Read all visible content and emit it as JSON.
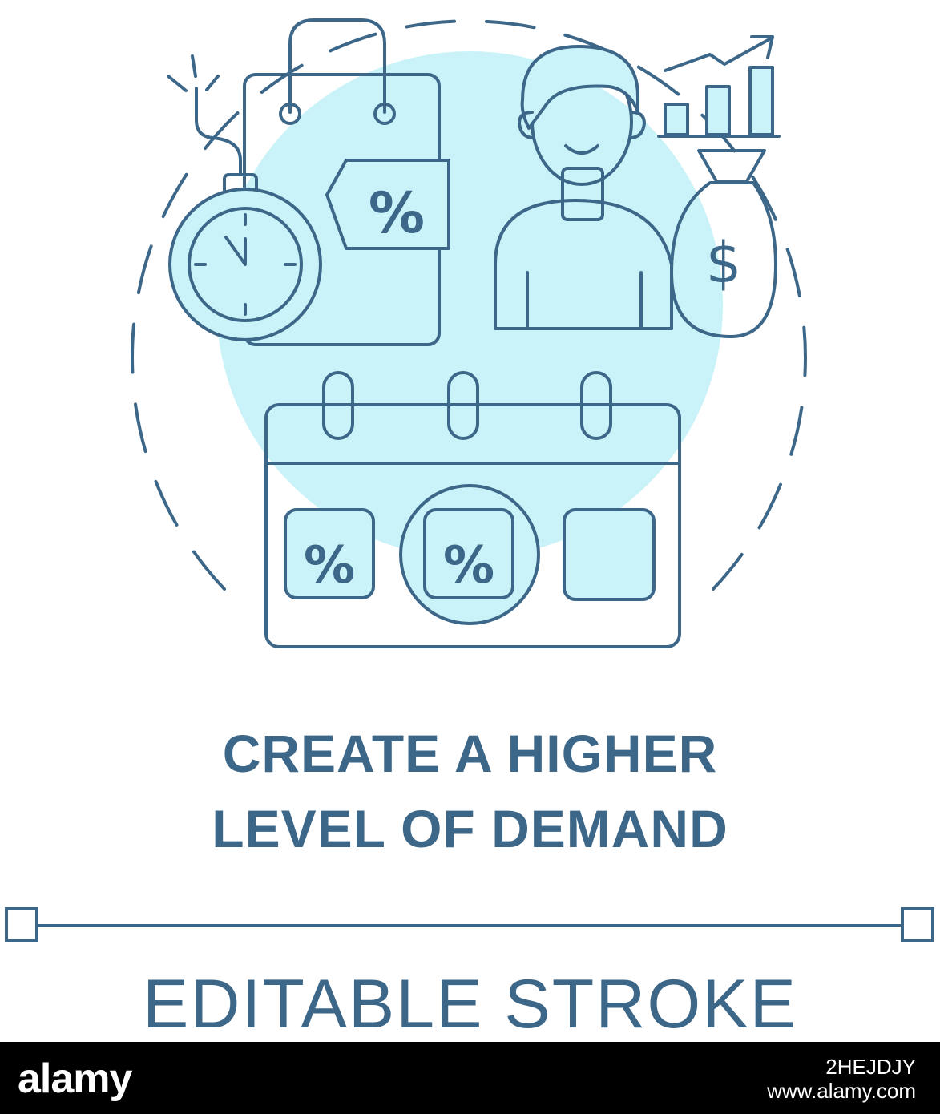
{
  "colors": {
    "ink": "#3d6788",
    "accent": "#c9f3f8",
    "footer_bg": "#000000",
    "background": "#ffffff"
  },
  "illustration": {
    "icons": [
      "stopwatch-icon",
      "shopping-bag-icon",
      "price-tag-icon",
      "person-icon",
      "growth-chart-icon",
      "money-bag-icon",
      "calendar-icon"
    ],
    "price_tag_symbol": "%",
    "money_symbol": "$",
    "calendar_cells": [
      "%",
      "%",
      ""
    ]
  },
  "title": {
    "line1": "CREATE A HIGHER",
    "line2": "LEVEL OF DEMAND"
  },
  "editable_stroke": "EDITABLE STROKE",
  "footer": {
    "brand": "alamy",
    "image_id": "2HEJDJY",
    "url": "www.alamy.com"
  }
}
